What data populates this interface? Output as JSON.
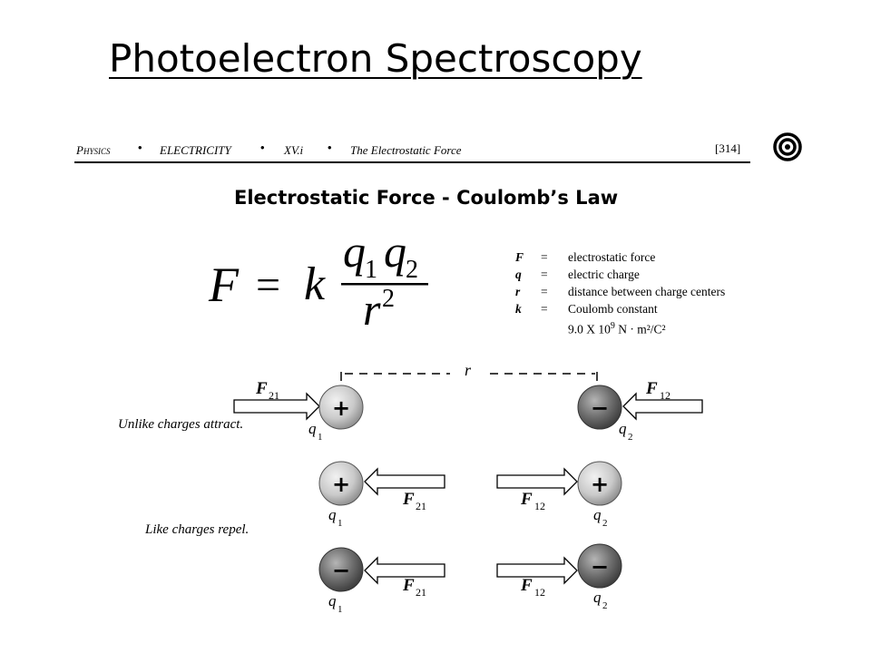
{
  "title": "Photoelectron Spectroscopy",
  "header": {
    "crumb_physics": "Physics",
    "crumb_electricity": "ELECTRICITY",
    "crumb_section": "XV.i",
    "crumb_topic": "The Electrostatic Force",
    "bullet": "•",
    "page_number": "[314]",
    "icon": "target-icon"
  },
  "subtitle": "Electrostatic Force - Coulomb’s Law",
  "formula": {
    "lhs": "F",
    "equals": "=",
    "constant": "k",
    "numerator_q1": "q",
    "numerator_q1_sub": "1",
    "numerator_q2": "q",
    "numerator_q2_sub": "2",
    "denominator": "r",
    "denominator_exp": "2"
  },
  "legend": {
    "rows": [
      {
        "symbol": "F",
        "eq": "=",
        "desc": "electrostatic force"
      },
      {
        "symbol": "q",
        "eq": "=",
        "desc": "electric charge"
      },
      {
        "symbol": "r",
        "eq": "=",
        "desc": "distance between charge centers"
      },
      {
        "symbol": "k",
        "eq": "=",
        "desc": "Coulomb constant"
      }
    ],
    "constant_value": "9.0 X 10",
    "constant_exp": "9",
    "constant_units": " N · m²/C²"
  },
  "diagram": {
    "distance_label": "r",
    "caption_unlike": "Unlike charges attract.",
    "caption_like": "Like charges repel.",
    "plus": "+",
    "minus": "−",
    "force_letter": "F",
    "sub_21": "21",
    "sub_12": "12",
    "charge_letter": "q",
    "sub_1": "1",
    "sub_2": "2"
  },
  "colors": {
    "positive_charge": "#c9c9c9",
    "negative_charge": "#6e6e6e",
    "ink": "#000000"
  }
}
